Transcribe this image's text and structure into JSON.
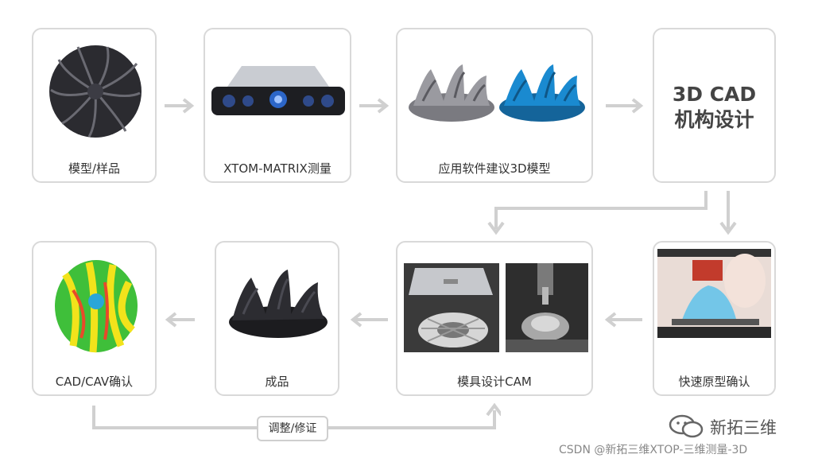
{
  "steps": {
    "model_sample": "模型/样品",
    "xtom_measure": "XTOM-MATRIX测量",
    "build_3d": "应用软件建议3D模型",
    "cad_design_line1": "3D  CAD",
    "cad_design_line2": "机构设计",
    "rapid_prototype": "快速原型确认",
    "mold_cam": "模具设计CAM",
    "product": "成品",
    "cad_cav": "CAD/CAV确认"
  },
  "feedback_label": "调整/修证",
  "watermark": {
    "logo_text": "新拓三维",
    "csdn": "CSDN @新拓三维XTOP-三维测量-3D"
  },
  "colors": {
    "card_border": "#d9d9d9",
    "arrow": "#d0d0d0",
    "impeller_dark": "#2a2a2e",
    "impeller_blue": "#1a7fc0"
  },
  "icons": [
    "impeller-icon",
    "scanner-icon",
    "blue-impeller-icon",
    "printer-icon",
    "mold-icon",
    "cav-heatmap-icon",
    "wechat-icon"
  ]
}
